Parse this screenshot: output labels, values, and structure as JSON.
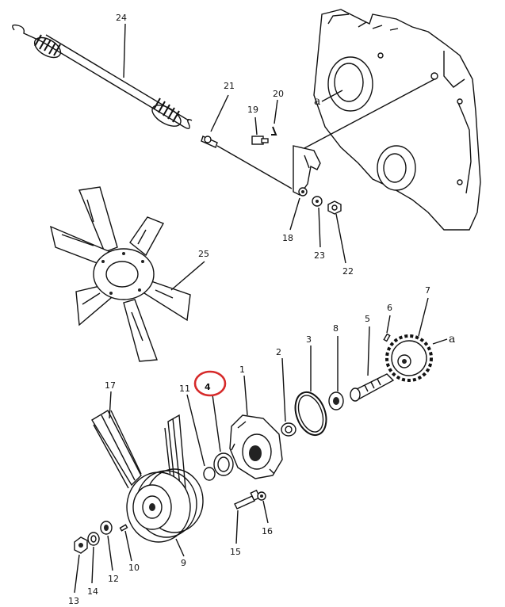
{
  "callouts": {
    "p24": "24",
    "p21": "21",
    "p19": "19",
    "p20": "20",
    "ref_a_top": "a",
    "p18": "18",
    "p23": "23",
    "p22": "22",
    "p25": "25",
    "p1": "1",
    "p2": "2",
    "p3": "3",
    "p8": "8",
    "p5": "5",
    "p6": "6",
    "p7": "7",
    "ref_a_right": "a",
    "p4": "4",
    "p11": "11",
    "p17": "17",
    "p9": "9",
    "p10": "10",
    "p12": "12",
    "p13": "13",
    "p14": "14",
    "p15": "15",
    "p16": "16"
  },
  "highlight": {
    "part": "4",
    "color": "#d62a2a"
  },
  "colors": {
    "ink": "#111111",
    "paper": "#ffffff"
  }
}
